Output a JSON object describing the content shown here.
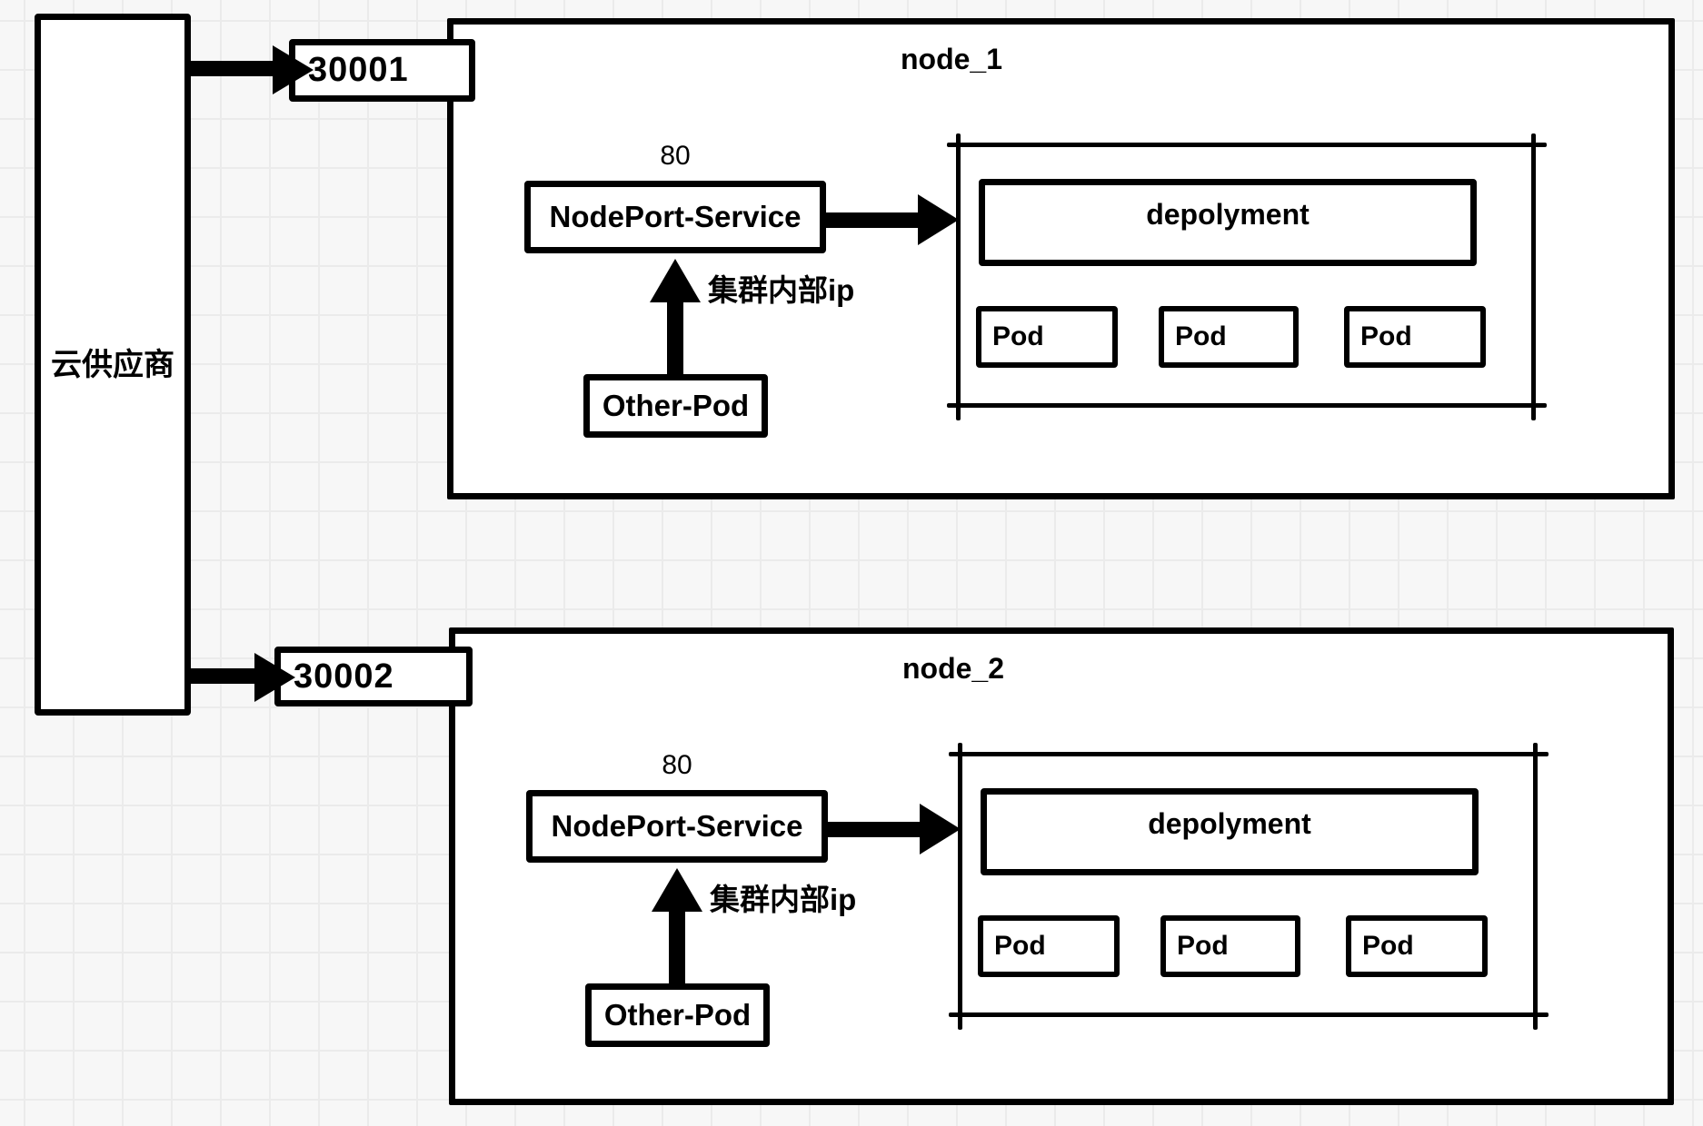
{
  "diagram": {
    "colors": {
      "stroke": "#000000",
      "shape_fill": "#ffffff",
      "canvas_background": "#f7f7f7",
      "grid_line": "#ebebeb"
    },
    "cloud_provider": {
      "label": "云供应商"
    },
    "ports": [
      {
        "label": "30001"
      },
      {
        "label": "30002"
      }
    ],
    "nodes": [
      {
        "title": "node_1",
        "service_port_label": "80",
        "service_label": "NodePort-Service",
        "cluster_ip_label": "集群内部ip",
        "other_pod_label": "Other-Pod",
        "deployment_label": "depolyment",
        "pods": [
          "Pod",
          "Pod",
          "Pod"
        ]
      },
      {
        "title": "node_2",
        "service_port_label": "80",
        "service_label": "NodePort-Service",
        "cluster_ip_label": "集群内部ip",
        "other_pod_label": "Other-Pod",
        "deployment_label": "depolyment",
        "pods": [
          "Pod",
          "Pod",
          "Pod"
        ]
      }
    ]
  }
}
